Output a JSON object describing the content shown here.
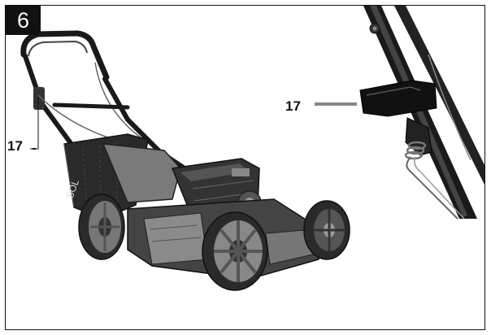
{
  "figure": {
    "number": "6"
  },
  "callouts": {
    "left_label": "17",
    "right_label": "17"
  },
  "illustration": {
    "mower_deck_text": "SOL"
  }
}
